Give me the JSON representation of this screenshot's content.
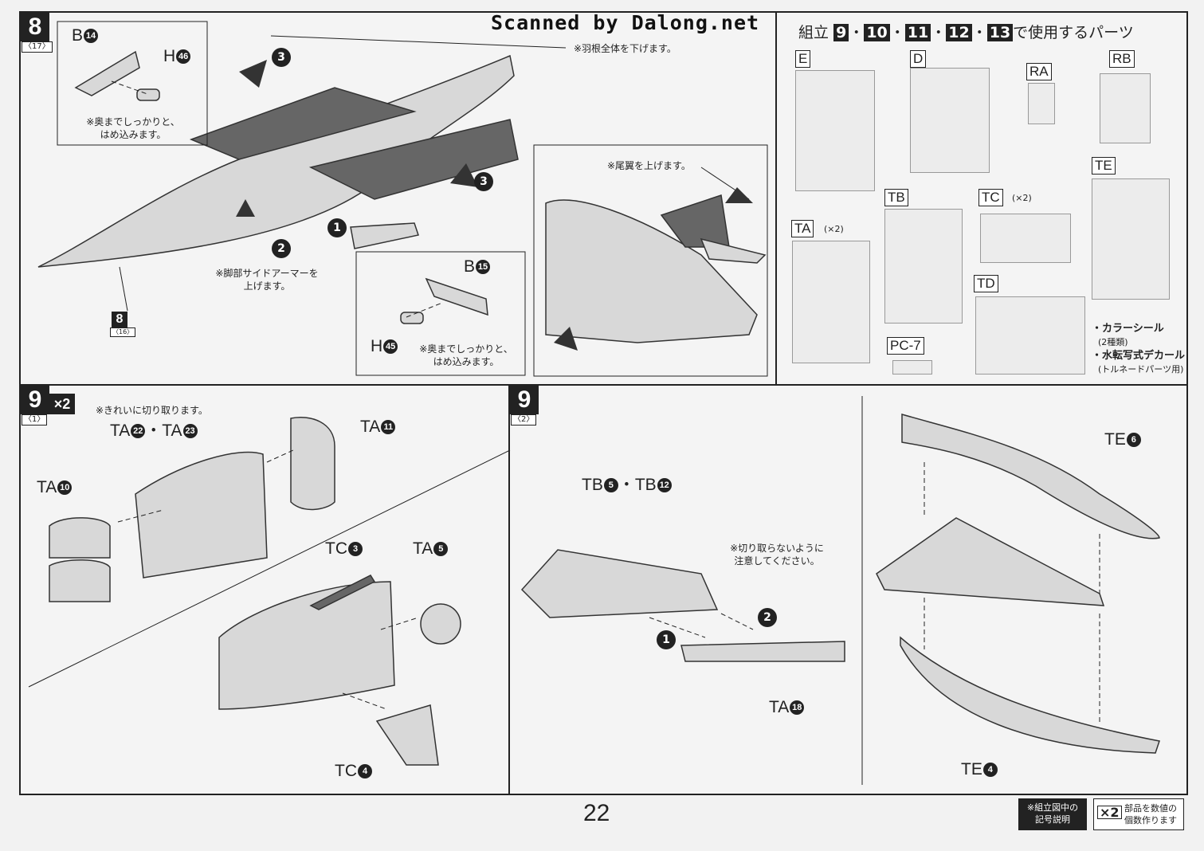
{
  "watermark": "Scanned by Dalong.net",
  "page_number": "22",
  "step8": {
    "number": "8",
    "ref": "〈17〉",
    "inset_top": {
      "part_b": "B",
      "part_b_num": "14",
      "part_h": "H",
      "part_h_num": "46",
      "note_l1": "※奥までしっかりと、",
      "note_l2": "はめ込みます。"
    },
    "inset_bottom": {
      "part_b": "B",
      "part_b_num": "15",
      "part_h": "H",
      "part_h_num": "45",
      "note_l1": "※奥までしっかりと、",
      "note_l2": "はめ込みます。"
    },
    "note_wing": "※羽根全体を下げます。",
    "note_tail": "※尾翼を上げます。",
    "note_leg_l1": "※脚部サイドアーマーを",
    "note_leg_l2": "上げます。",
    "callouts": [
      "1",
      "2",
      "3",
      "3"
    ],
    "sub_ref_num": "8",
    "sub_ref_step": "〈16〉"
  },
  "parts_panel": {
    "title_prefix": "組立",
    "steps": [
      "9",
      "10",
      "11",
      "12",
      "13"
    ],
    "title_suffix": "で使用するパーツ",
    "sheets": [
      {
        "tag": "E",
        "mult": ""
      },
      {
        "tag": "D",
        "mult": ""
      },
      {
        "tag": "RA",
        "mult": ""
      },
      {
        "tag": "RB",
        "mult": ""
      },
      {
        "tag": "TB",
        "mult": ""
      },
      {
        "tag": "TC",
        "mult": "(×2)"
      },
      {
        "tag": "TE",
        "mult": ""
      },
      {
        "tag": "TA",
        "mult": "(×2)"
      },
      {
        "tag": "TD",
        "mult": ""
      },
      {
        "tag": "PC-7",
        "mult": ""
      }
    ],
    "extras": {
      "seal": "・カラーシール",
      "seal_sub": "(2種類)",
      "decal": "・水転写式デカール",
      "decal_sub": "(トルネードパーツ用)"
    }
  },
  "step9a": {
    "number": "9",
    "times": "×2",
    "ref": "〈1〉",
    "note_cut": "※きれいに切り取ります。",
    "labels": {
      "ta22": "TA",
      "ta22n": "22",
      "sep": "・",
      "ta23": "TA",
      "ta23n": "23",
      "ta11": "TA",
      "ta11n": "11",
      "ta10": "TA",
      "ta10n": "10",
      "tc3": "TC",
      "tc3n": "3",
      "ta5": "TA",
      "ta5n": "5",
      "tc4": "TC",
      "tc4n": "4"
    }
  },
  "step9b": {
    "number": "9",
    "ref": "〈2〉",
    "labels": {
      "tb5": "TB",
      "tb5n": "5",
      "sep": "・",
      "tb12": "TB",
      "tb12n": "12",
      "ta18": "TA",
      "ta18n": "18",
      "te6": "TE",
      "te6n": "6",
      "te4": "TE",
      "te4n": "4"
    },
    "note_l1": "※切り取らないように",
    "note_l2": "注意してください。",
    "callouts": [
      "1",
      "2"
    ]
  },
  "legend": {
    "symbol_l1": "※組立図中の",
    "symbol_l2": "記号説明",
    "times": "×2",
    "desc_l1": "部品を数値の",
    "desc_l2": "個数作ります"
  }
}
